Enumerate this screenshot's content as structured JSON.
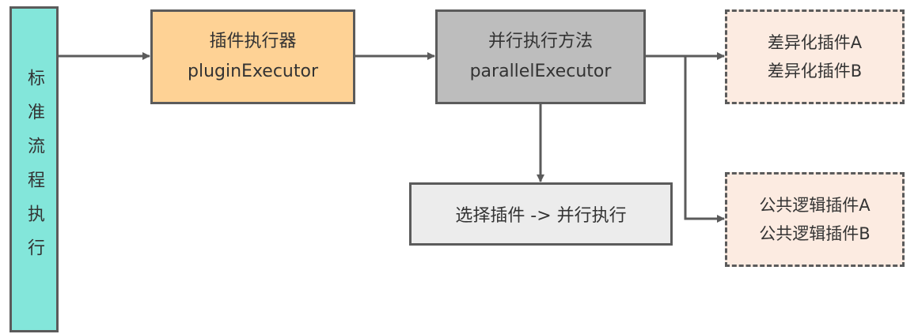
{
  "diagram": {
    "side_label": "标准流程执行",
    "plugin_executor": {
      "line1": "插件执行器",
      "line2": "pluginExecutor"
    },
    "parallel_executor": {
      "line1": "并行执行方法",
      "line2": "parallelExecutor"
    },
    "choose": {
      "label": "选择插件 -> 并行执行"
    },
    "diff_plugins": {
      "line1": "差异化插件A",
      "line2": "差异化插件B"
    },
    "common_plugins": {
      "line1": "公共逻辑插件A",
      "line2": "公共逻辑插件B"
    }
  },
  "colors": {
    "side": "#83e6da",
    "plugin_executor": "#fed295",
    "parallel_executor": "#bdbdbd",
    "choose": "#ececec",
    "plugins": "#fcebe1",
    "stroke": "#5b5b5b"
  }
}
